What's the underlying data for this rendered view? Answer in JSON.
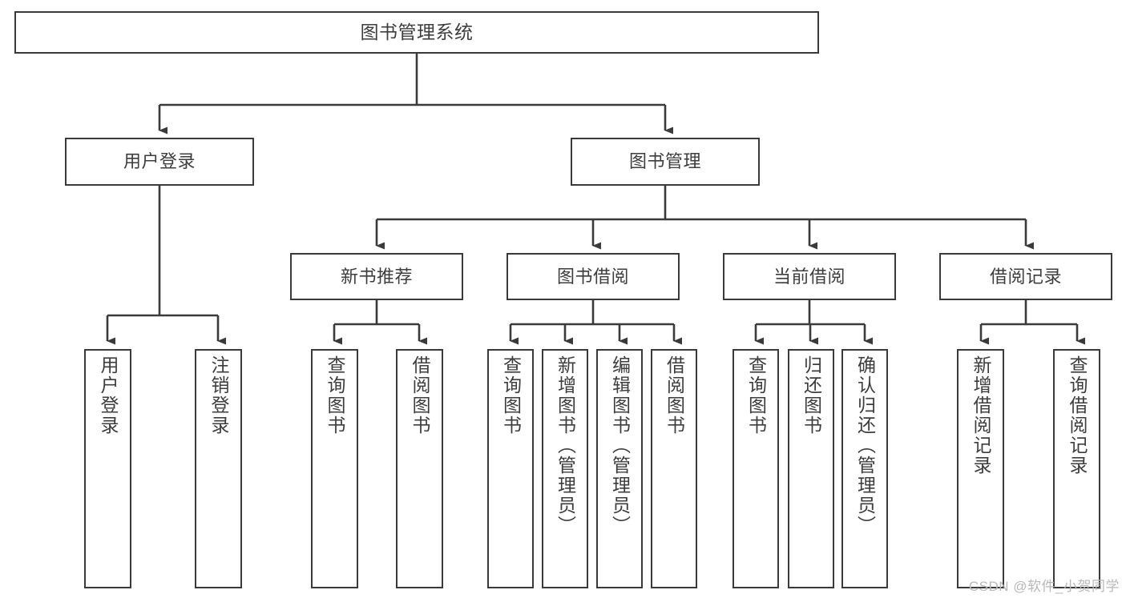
{
  "diagram": {
    "title": "图书管理系统",
    "type": "tree",
    "line_color": "#3a3a3a",
    "box_fill": "#ffffff",
    "text_color": "#3d3d3d",
    "levels": {
      "root": {
        "label": "图书管理系统"
      },
      "level2": [
        {
          "label": "用户登录"
        },
        {
          "label": "图书管理"
        }
      ],
      "level3": [
        {
          "label": "新书推荐"
        },
        {
          "label": "图书借阅"
        },
        {
          "label": "当前借阅"
        },
        {
          "label": "借阅记录"
        }
      ],
      "leaves": {
        "user_login": [
          {
            "label": "用户登录"
          },
          {
            "label": "注销登录"
          }
        ],
        "new_book_recommend": [
          {
            "label": "查询图书"
          },
          {
            "label": "借阅图书"
          }
        ],
        "book_borrow": [
          {
            "label": "查询图书"
          },
          {
            "label": "新增图书（管理员）"
          },
          {
            "label": "编辑图书（管理员）"
          },
          {
            "label": "借阅图书"
          }
        ],
        "current_borrow": [
          {
            "label": "查询图书"
          },
          {
            "label": "归还图书"
          },
          {
            "label": "确认归还（管理员）"
          }
        ],
        "borrow_record": [
          {
            "label": "新增借阅记录"
          },
          {
            "label": "查询借阅记录"
          }
        ]
      }
    }
  },
  "watermark": {
    "text": "CSDN @软件_小贺同学"
  }
}
